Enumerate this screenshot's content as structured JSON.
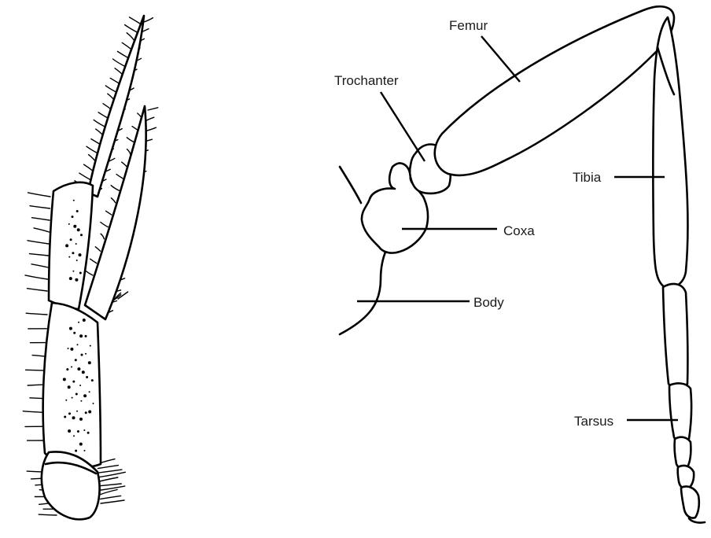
{
  "labels": {
    "femur": "Femur",
    "trochanter": "Trochanter",
    "tibia": "Tibia",
    "coxa": "Coxa",
    "body": "Body",
    "tarsus": "Tarsus"
  },
  "colors": {
    "ink": "#000000",
    "background": "#ffffff"
  }
}
